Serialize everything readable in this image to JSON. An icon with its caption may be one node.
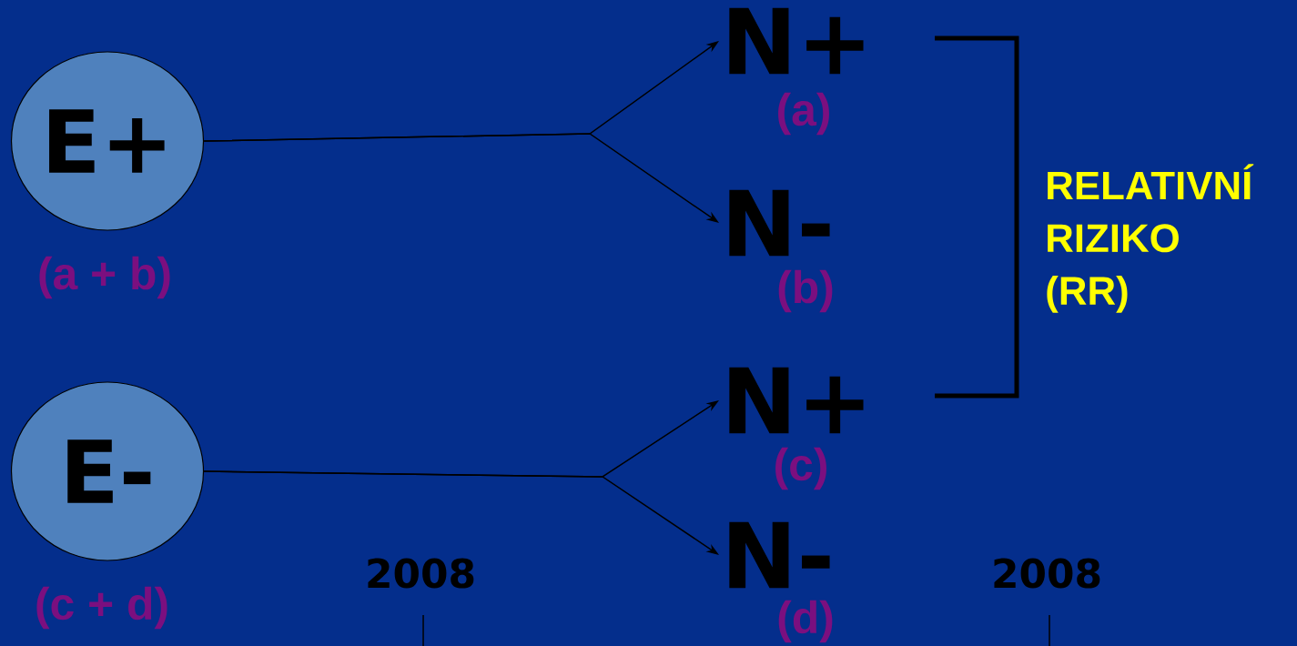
{
  "diagram": {
    "nodes": [
      {
        "text": [
          "E+"
        ],
        "beside": [
          "(a + b)"
        ]
      },
      {
        "text": [
          "E-"
        ],
        "beside": [
          "(c + d)"
        ]
      },
      {
        "text": [
          "N+"
        ],
        "beside": [
          "(a)"
        ]
      },
      {
        "text": [
          "N-"
        ],
        "beside": [
          "(b)"
        ]
      },
      {
        "text": [
          "N+"
        ],
        "beside": [
          "(c)"
        ]
      },
      {
        "text": [
          "N-"
        ],
        "beside": [
          "(d)"
        ]
      }
    ],
    "edges": [
      {
        "from": 0,
        "to": 2,
        "arrow": "to"
      },
      {
        "from": 0,
        "to": 3,
        "arrow": "to"
      },
      {
        "from": 1,
        "to": 4,
        "arrow": "to"
      },
      {
        "from": 1,
        "to": 5,
        "arrow": "to"
      }
    ],
    "labels": [
      "RELATIVNÍ RIZIKO (RR)",
      "2008",
      "2008"
    ]
  }
}
